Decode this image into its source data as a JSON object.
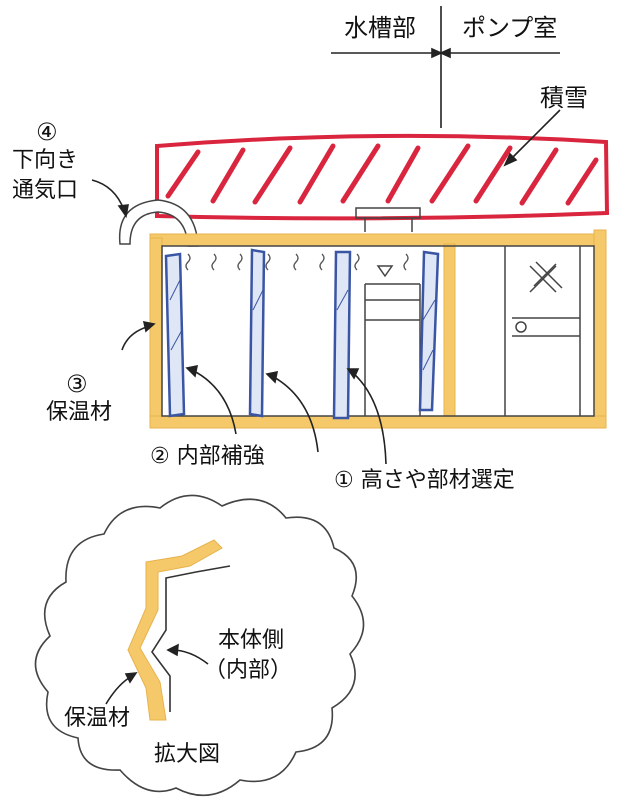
{
  "header": {
    "tank_section": "水槽部",
    "pump_room": "ポンプ室"
  },
  "labels": {
    "snow": "積雪",
    "vent_number": "④",
    "vent_line1": "下向き",
    "vent_line2": "通気口",
    "insulation_number": "③",
    "insulation": "保温材",
    "reinforcement": "② 内部補強",
    "selection": "① 高さや部材選定"
  },
  "detail": {
    "body_side_line1": "本体側",
    "body_side_line2": "（内部）",
    "insulation": "保温材",
    "caption": "拡大図"
  },
  "colors": {
    "snow_red": "#d9253e",
    "insulation_yellow": "#f5c969",
    "reinforcement_blue": "#3a55a4",
    "ink": "#222222"
  }
}
